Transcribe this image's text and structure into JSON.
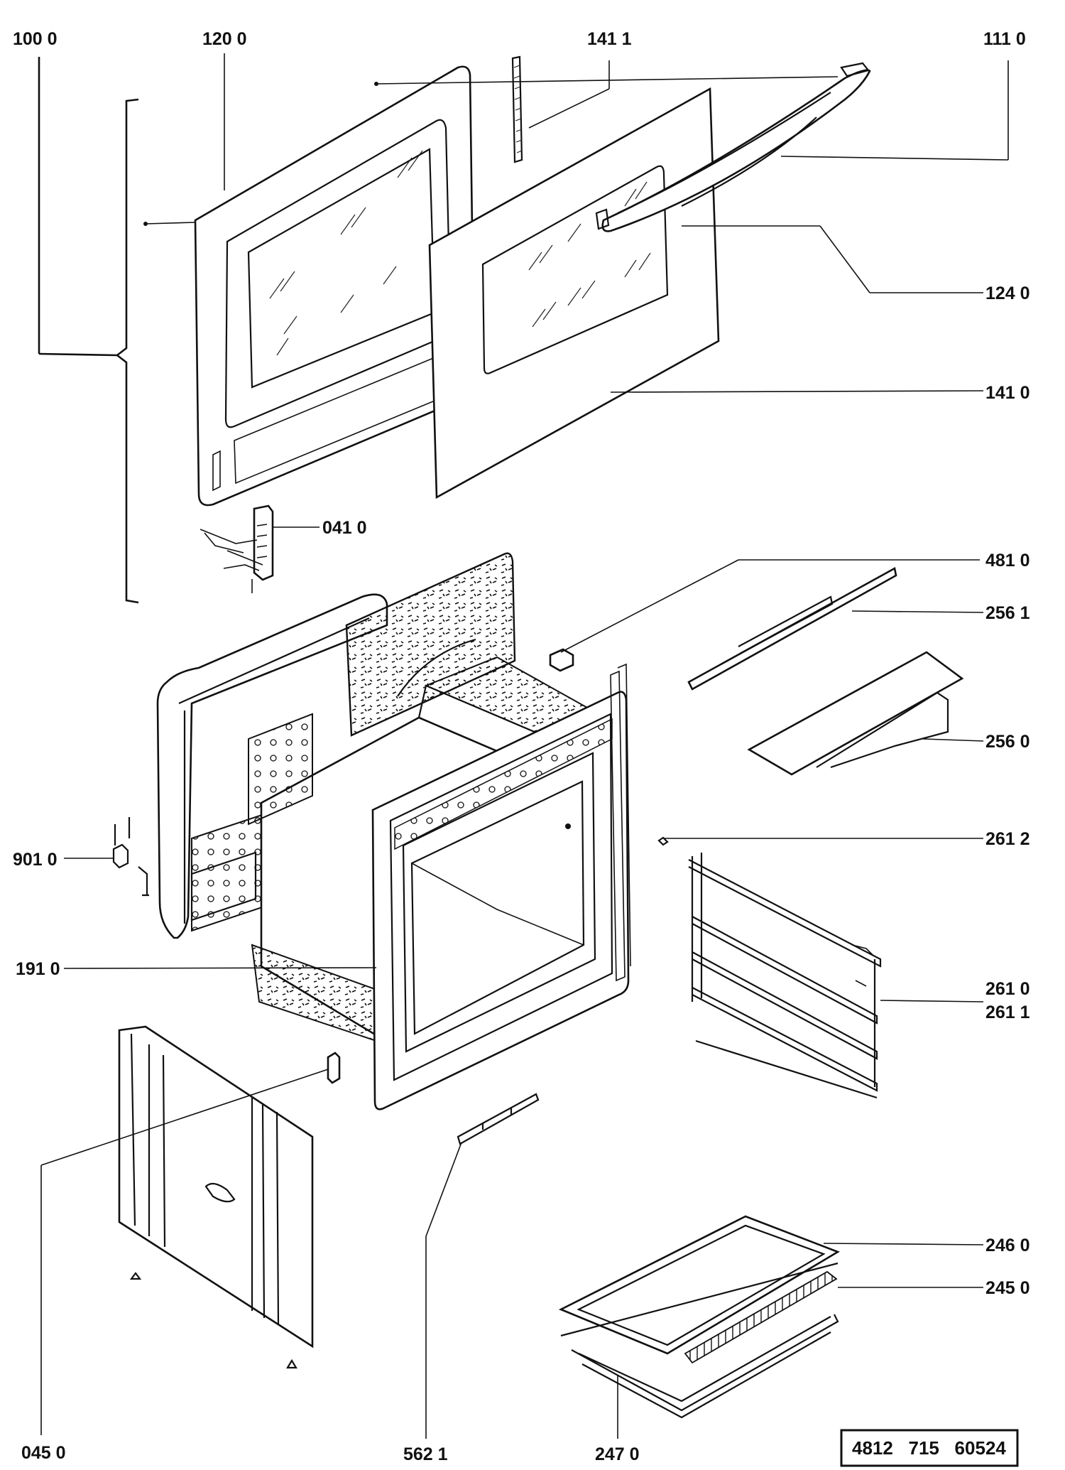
{
  "labels": {
    "l1000": "100 0",
    "l1200": "120  0",
    "l1411": "141 1",
    "l1110": "111 0",
    "l1240": "124 0",
    "l1410": "141 0",
    "l0410": "041 0",
    "l4810": "481 0",
    "l2561": "256 1",
    "l2560": "256 0",
    "l2612": "261 2",
    "l9010": "901 0",
    "l1910": "191 0",
    "l2610": "261 0",
    "l2611": "261 1",
    "l2460": "246 0",
    "l2450": "245 0",
    "l0450": "045 0",
    "l5621": "562 1",
    "l2470": "247  0"
  },
  "doc_number": "4812   715   60524"
}
